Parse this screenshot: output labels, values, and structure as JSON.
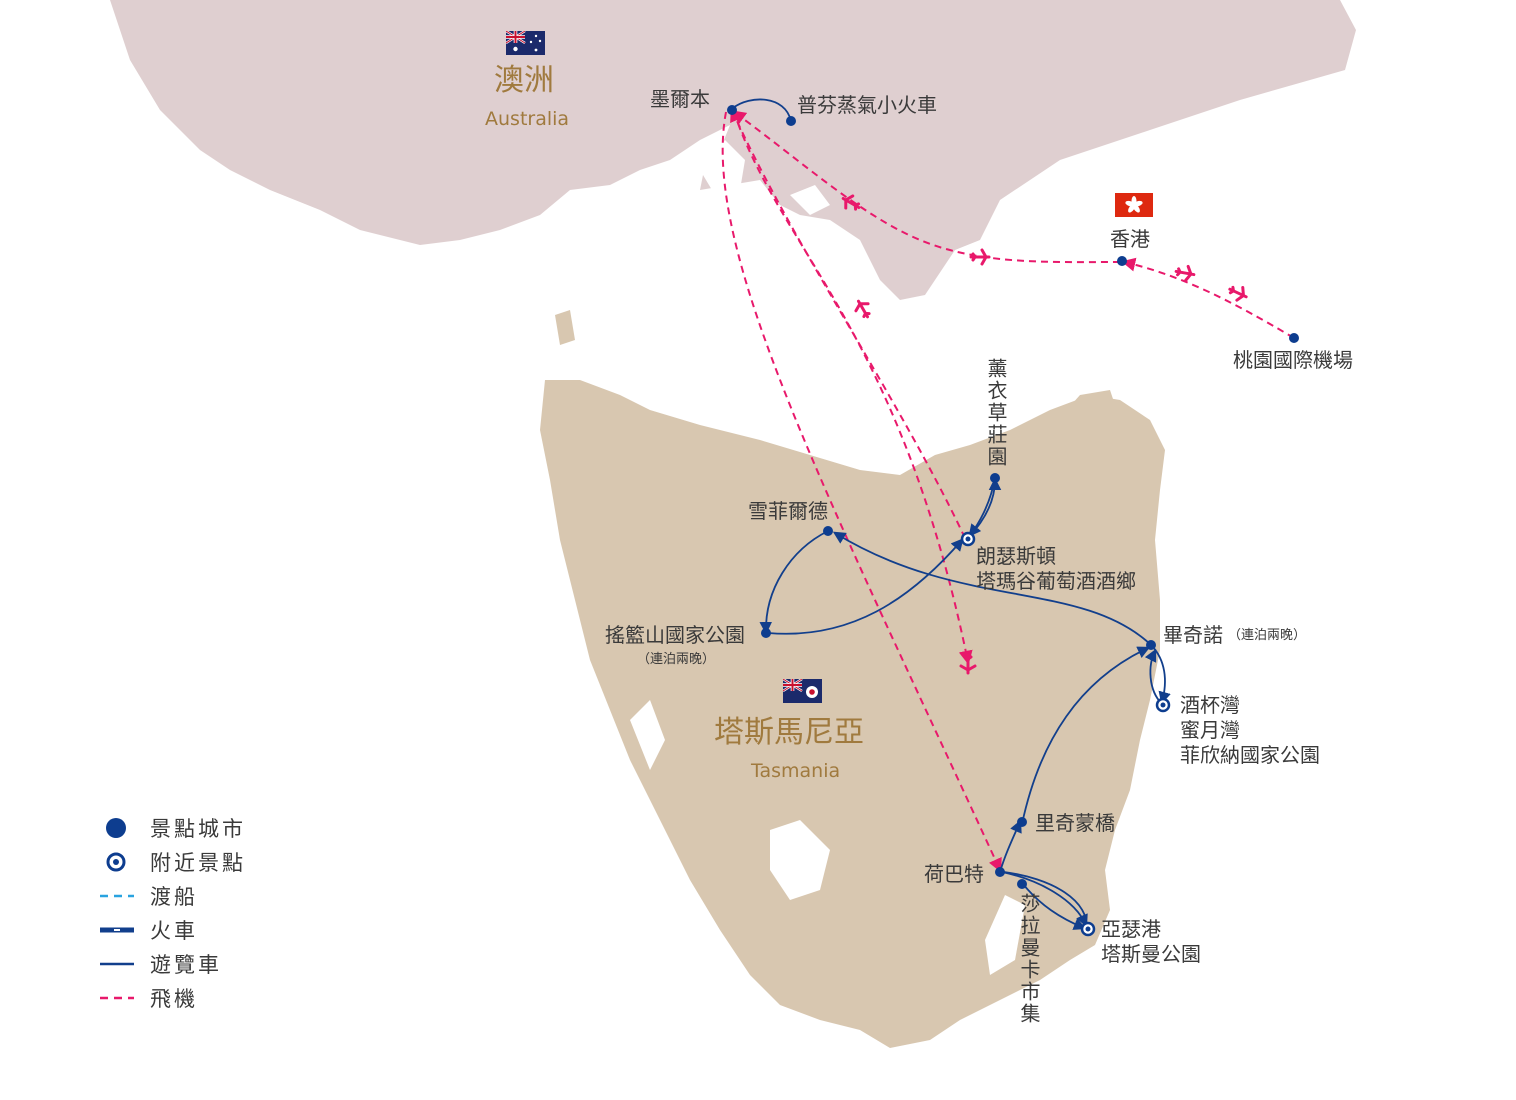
{
  "regions": {
    "australia": {
      "name_zh": "澳洲",
      "name_en": "Australia"
    },
    "tasmania": {
      "name_zh": "塔斯馬尼亞",
      "name_en": "Tasmania"
    }
  },
  "places": {
    "melbourne": "墨爾本",
    "puffing_billy": "普芬蒸氣小火車",
    "hong_kong": "香港",
    "taoyuan": "桃園國際機場",
    "lavender": "薰衣草莊園",
    "sheffield": "雪菲爾德",
    "launceston_line1": "朗瑟斯頓",
    "launceston_line2": "塔瑪谷葡萄酒酒鄉",
    "cradle": "搖籃山國家公園",
    "cradle_note": "（連泊兩晚）",
    "bicheno": "畢奇諾",
    "bicheno_note": "（連泊兩晚）",
    "wineglass_line1": "酒杯灣",
    "wineglass_line2": "蜜月灣",
    "wineglass_line3": "菲欣納國家公園",
    "richmond": "里奇蒙橋",
    "hobart": "荷巴特",
    "salamanca": "莎拉曼卡市集",
    "port_arthur_line1": "亞瑟港",
    "port_arthur_line2": "塔斯曼公園"
  },
  "legend": [
    {
      "icon": "city-dot-icon",
      "label": "景點城市"
    },
    {
      "icon": "nearby-attraction-icon",
      "label": "附近景點"
    },
    {
      "icon": "ferry-line-icon",
      "label": "渡船"
    },
    {
      "icon": "train-line-icon",
      "label": "火車"
    },
    {
      "icon": "coach-line-icon",
      "label": "遊覽車"
    },
    {
      "icon": "flight-line-icon",
      "label": "飛機"
    }
  ],
  "colors": {
    "mainland": "#dfcfd0",
    "tasmania": "#d8c7b0",
    "route_coach": "#123f8c",
    "route_flight": "#e8196b",
    "route_ferry": "#29a3e0",
    "city_dot": "#0d3d8f",
    "region_label": "#a07a3e"
  }
}
